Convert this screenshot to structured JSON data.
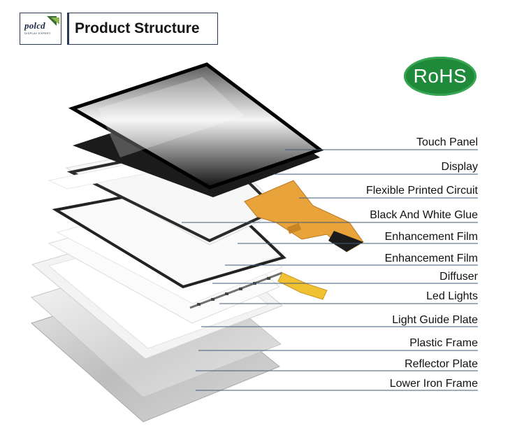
{
  "header": {
    "logo_text": "polcd",
    "logo_sub": "DISPLAY EXPERT",
    "title": "Product Structure"
  },
  "badge": {
    "text": "RoHS",
    "color": "#1e8a3a"
  },
  "labels": [
    "Touch Panel",
    "Display",
    "Flexible Printed Circuit",
    "Black And White Glue",
    "Enhancement Film",
    "Enhancement Film",
    "Diffuser",
    "Led Lights",
    "Light Guide Plate",
    "Plastic Frame",
    "Reflector Plate",
    "Lower Iron Frame"
  ],
  "colors": {
    "leader_line": "#3f5a7a",
    "fpc": "#e8a33a",
    "panel_black": "#1b1b1b"
  }
}
